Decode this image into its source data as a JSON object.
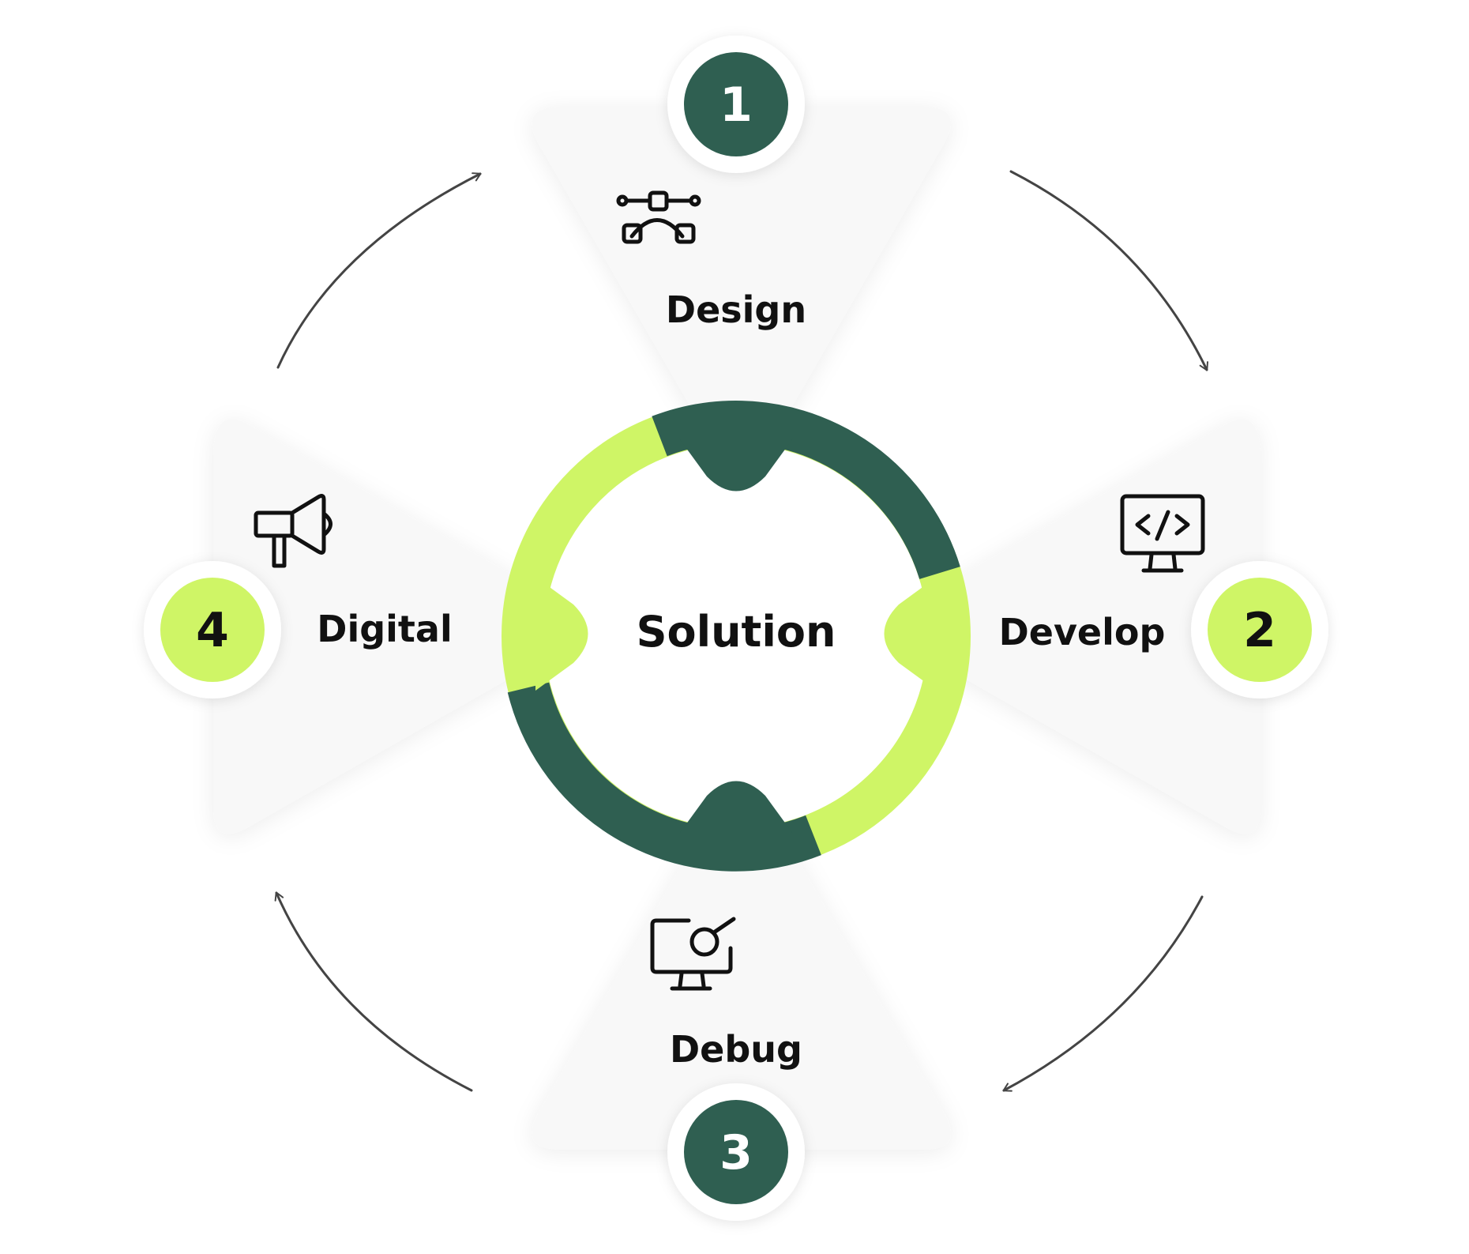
{
  "center_label": "Solution",
  "steps": [
    {
      "number": "1",
      "label": "Design",
      "icon": "bezier-pen-icon"
    },
    {
      "number": "2",
      "label": "Develop",
      "icon": "code-monitor-icon"
    },
    {
      "number": "3",
      "label": "Debug",
      "icon": "monitor-search-icon"
    },
    {
      "number": "4",
      "label": "Digital",
      "icon": "megaphone-icon"
    }
  ],
  "colors": {
    "dark_green": "#2F5F51",
    "lime": "#CFF566",
    "card": "#F8F8F8",
    "text": "#111111",
    "arrow": "#444444"
  }
}
